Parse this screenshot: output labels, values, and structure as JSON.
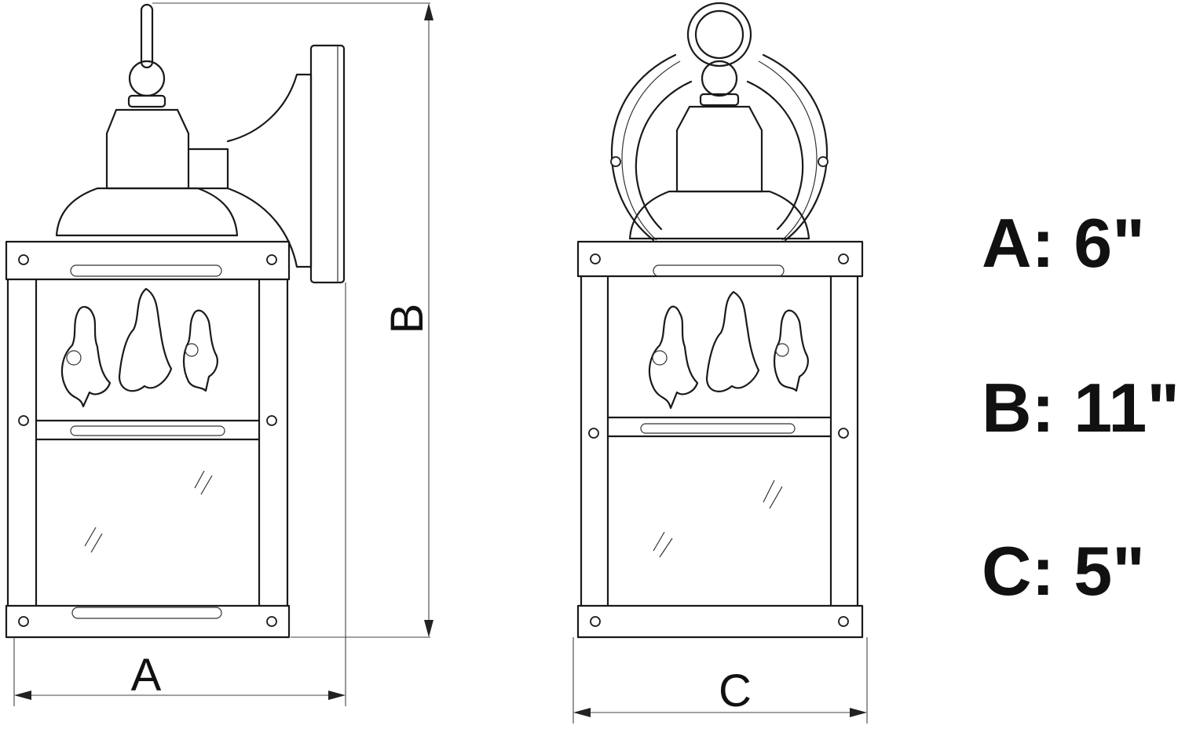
{
  "dimension_labels": {
    "a": "A",
    "b": "B",
    "c": "C"
  },
  "specs": [
    {
      "text": "A: 6\""
    },
    {
      "text": "B: 11\""
    },
    {
      "text": "C: 5\""
    }
  ],
  "colors": {
    "line": "#1a1a1a",
    "background": "#ffffff"
  }
}
